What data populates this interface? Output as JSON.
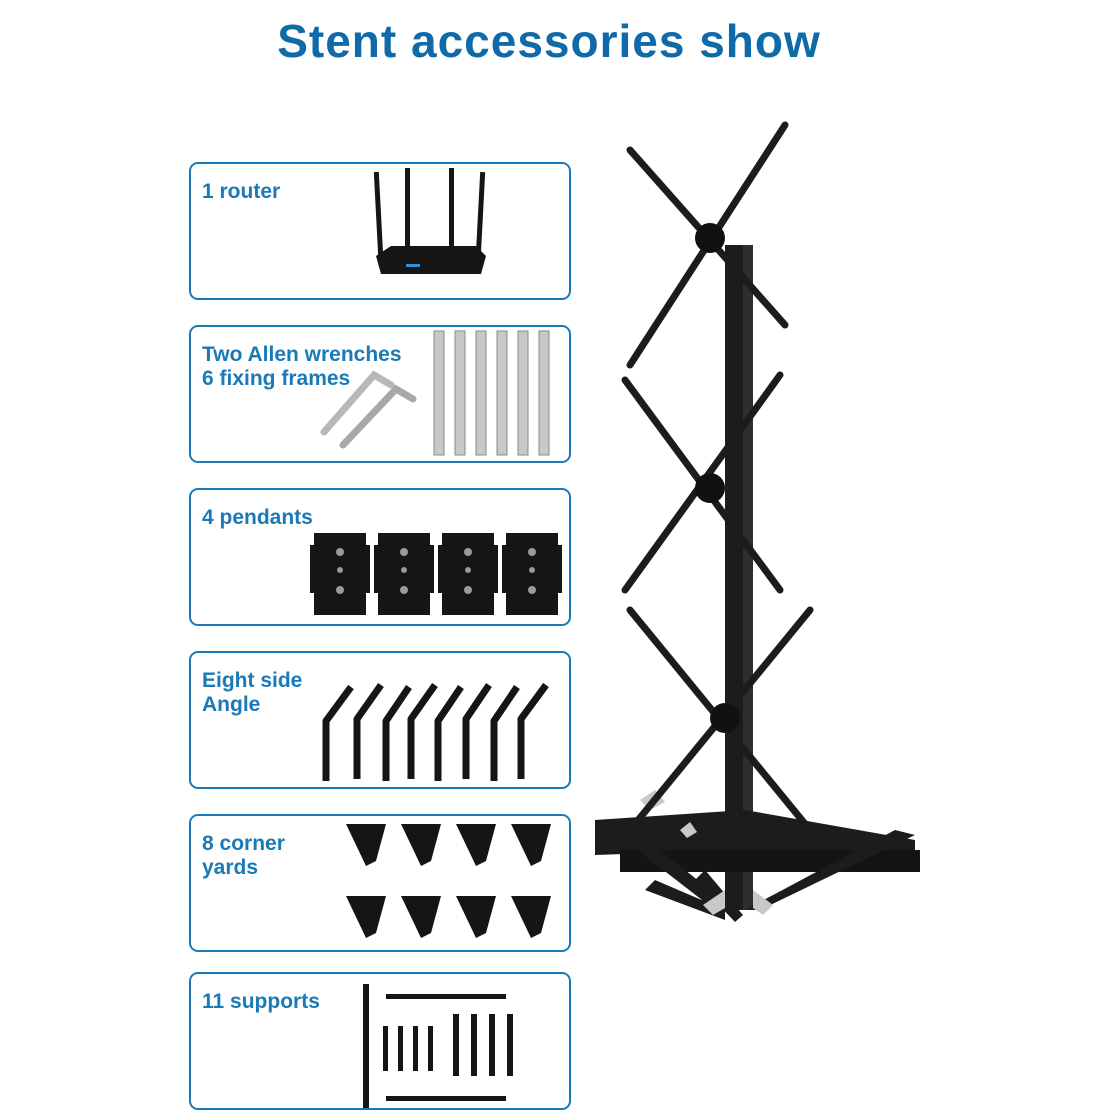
{
  "title": "Stent accessories show",
  "cards": [
    {
      "label": "1 router"
    },
    {
      "label": "Two Allen wrenches\n6 fixing frames"
    },
    {
      "label": "4 pendants"
    },
    {
      "label": "Eight side\nAngle"
    },
    {
      "label": "8 corner\nyards"
    },
    {
      "label": "11 supports"
    }
  ],
  "colors": {
    "accent": "#1a7ab8",
    "title": "#0f6aa8",
    "metal": "#1c1c1c"
  }
}
